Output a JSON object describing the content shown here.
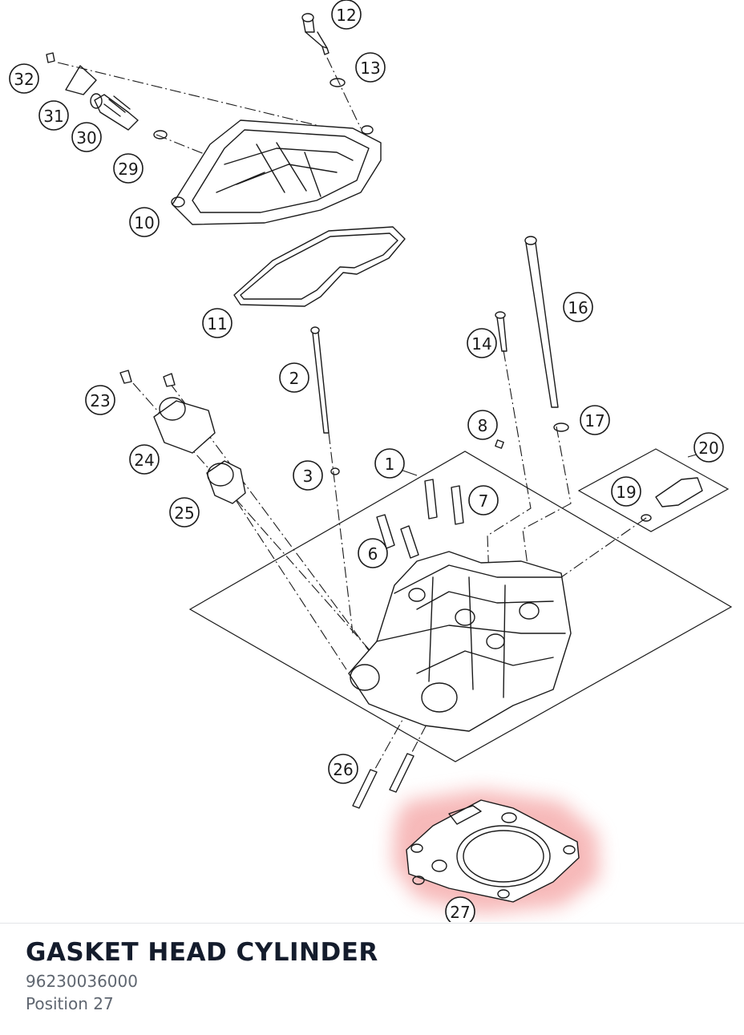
{
  "diagram": {
    "callouts": [
      "1",
      "2",
      "3",
      "6",
      "7",
      "8",
      "10",
      "11",
      "12",
      "13",
      "14",
      "16",
      "17",
      "19",
      "20",
      "23",
      "24",
      "25",
      "26",
      "27",
      "29",
      "30",
      "31",
      "32"
    ],
    "highlight_color": "#f08080",
    "highlighted_callout": "27"
  },
  "part": {
    "title": "GASKET HEAD CYLINDER",
    "number": "96230036000",
    "position": "Position 27"
  }
}
